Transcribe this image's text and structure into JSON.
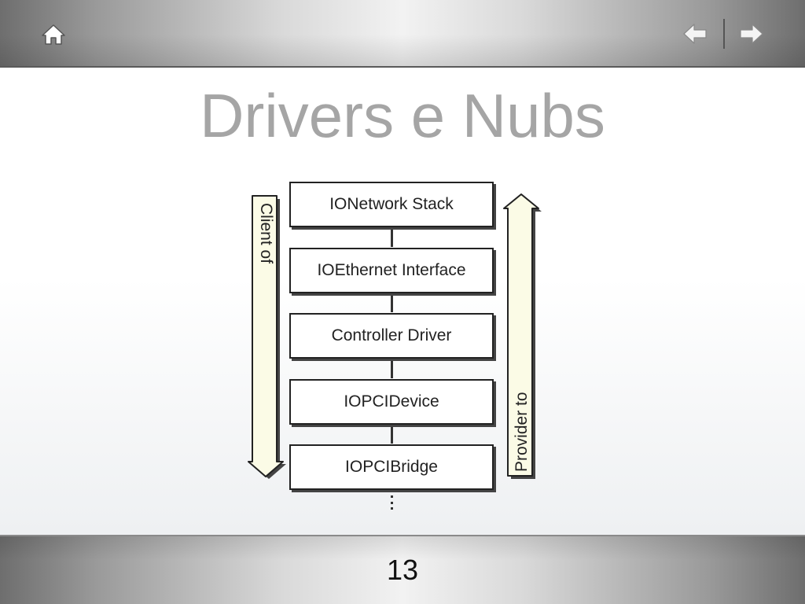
{
  "slide": {
    "title": "Drivers e Nubs",
    "page_number": "13"
  },
  "toolbar": {
    "home_icon": "home-icon",
    "prev_icon": "arrow-left-icon",
    "next_icon": "arrow-right-icon"
  },
  "diagram": {
    "boxes": [
      "IONetwork Stack",
      "IOEthernet Interface",
      "Controller Driver",
      "IOPCIDevice",
      "IOPCIBridge"
    ],
    "left_arrow_label": "Client of",
    "right_arrow_label": "Provider to",
    "arrow_fill": "#fbfbe6"
  }
}
